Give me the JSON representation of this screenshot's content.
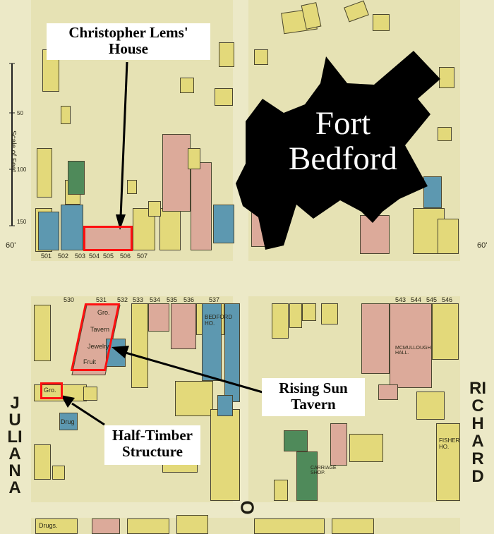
{
  "labels": {
    "lems_house_line1": "Christopher Lems'",
    "lems_house_line2": "House",
    "fort_line1": "Fort",
    "fort_line2": "Bedford",
    "tavern_line1": "Rising Sun",
    "tavern_line2": "Tavern",
    "half_timber_line1": "Half-Timber",
    "half_timber_line2": "Structure"
  },
  "streets": {
    "west": "JULIANA",
    "east": "RICHARD",
    "south_fragment": "O"
  },
  "scale": {
    "label": "Scale of Feet.",
    "ticks": [
      "50",
      "100",
      "150"
    ]
  },
  "lot_numbers": {
    "north_row": [
      "501",
      "502",
      "503",
      "504",
      "505",
      "506",
      "507"
    ],
    "south_row": [
      "530",
      "531",
      "532",
      "533",
      "534",
      "535",
      "536",
      "537"
    ],
    "east_row": [
      "543",
      "544",
      "545",
      "546"
    ],
    "frontage": "60'"
  },
  "building_tags": {
    "gro": "Gro.",
    "drug": "Drug",
    "drugs": "Drugs.",
    "bedford_ho": "BEDFORD HO.",
    "fisher_ho": "FISHER HO.",
    "mcmullough_hall": "MCMULLOUGH HALL.",
    "carriage_shop": "CARRIAGE SHOP.",
    "tavern": "Tavern",
    "jewelry": "Jewelry",
    "fruit": "Fruit"
  },
  "colors": {
    "highlight": "#ff1010",
    "fort": "#000000",
    "brick": "#dcaa9a",
    "frame": "#e3d97a",
    "stone": "#5d98b0"
  }
}
